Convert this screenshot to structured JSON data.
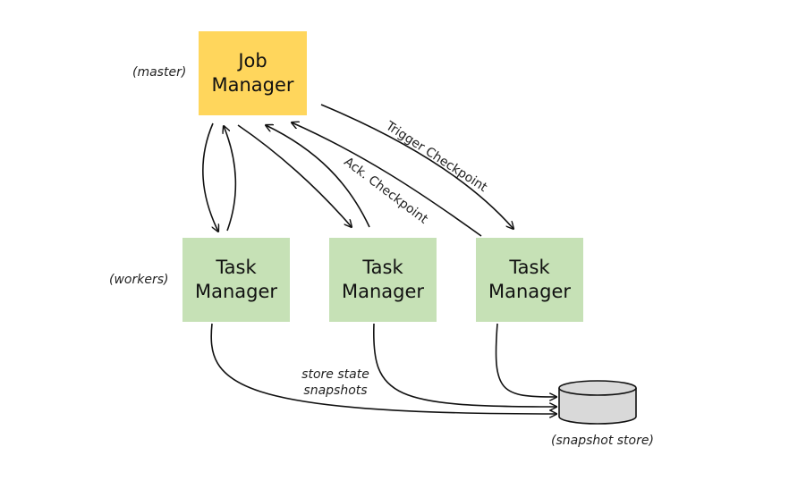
{
  "job_manager": {
    "line1": "Job",
    "line2": "Manager"
  },
  "task_managers": [
    {
      "line1": "Task",
      "line2": "Manager"
    },
    {
      "line1": "Task",
      "line2": "Manager"
    },
    {
      "line1": "Task",
      "line2": "Manager"
    }
  ],
  "labels": {
    "master": "(master)",
    "workers": "(workers)",
    "trigger_checkpoint": "Trigger Checkpoint",
    "ack_checkpoint": "Ack. Checkpoint",
    "store_state_line1": "store state",
    "store_state_line2": "snapshots",
    "snapshot_store": "(snapshot store)"
  },
  "colors": {
    "job_manager_fill": "#ffd65c",
    "task_manager_fill": "#c6e1b6",
    "store_fill": "#d9d9d9",
    "stroke": "#111111"
  }
}
